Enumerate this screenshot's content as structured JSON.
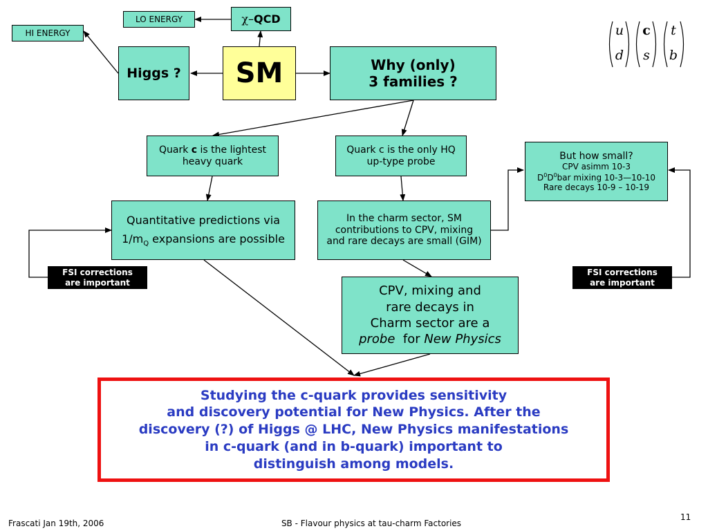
{
  "nodes": {
    "lo_energy": "LO ENERGY",
    "hi_energy": "HI ENERGY",
    "chi_qcd": {
      "chi": "χ",
      "dash": "–",
      "qcd": "QCD"
    },
    "higgs": "Higgs ?",
    "sm": "SM",
    "why_families": [
      "Why (only)",
      "3 families ?"
    ],
    "quark_c_lightest": {
      "pre": "Quark ",
      "bold": "c",
      "post": " is the lightest",
      "line2": "heavy quark"
    },
    "quark_c_probe": [
      "Quark c is the only HQ",
      "up-type probe"
    ],
    "but_how_small": {
      "line1": "But how small?",
      "line2": "CPV asimm 10-3",
      "line3_d": "D",
      "line3_sup1": "0",
      "line3_d2": "D",
      "line3_sup2": "0",
      "line3_rest": "bar mixing 10-3—10-10",
      "line4": "Rare decays 10-9 – 10-19"
    },
    "quantitative": {
      "line1": "Quantitative predictions via",
      "line2_pre": "1/m",
      "line2_sub": "Q",
      "line2_post": " expansions are possible"
    },
    "charm_sector": [
      "In the charm sector,  SM",
      "contributions to CPV, mixing",
      "and rare decays are small (GIM)"
    ],
    "cpv_probe": {
      "line1": "CPV, mixing and",
      "line2": "rare decays in",
      "line3": "Charm sector are a",
      "line4_a": "probe",
      "line4_b": "  for ",
      "line4_c": "New Physics"
    },
    "fsi_left": [
      "FSI corrections",
      "are important"
    ],
    "fsi_right": [
      "FSI corrections",
      "are important"
    ]
  },
  "quark_matrix": {
    "row1": [
      "u",
      "c",
      "t"
    ],
    "row2": [
      "d",
      "s",
      "b"
    ]
  },
  "conclusion": [
    "Studying the c-quark provides sensitivity",
    "and discovery potential for New Physics. After the",
    "discovery (?)  of Higgs @ LHC, New Physics manifestations",
    "in c-quark (and in b-quark) important to",
    "distinguish among models."
  ],
  "footer": {
    "left": "Frascati Jan 19th, 2006",
    "center": "SB -  Flavour physics at tau-charm Factories",
    "page": "11"
  },
  "colors": {
    "box_fill": "#7fe3c9",
    "sm_fill": "#ffff99",
    "conclusion_text": "#2a3bc2",
    "conclusion_border": "#ee1111"
  }
}
